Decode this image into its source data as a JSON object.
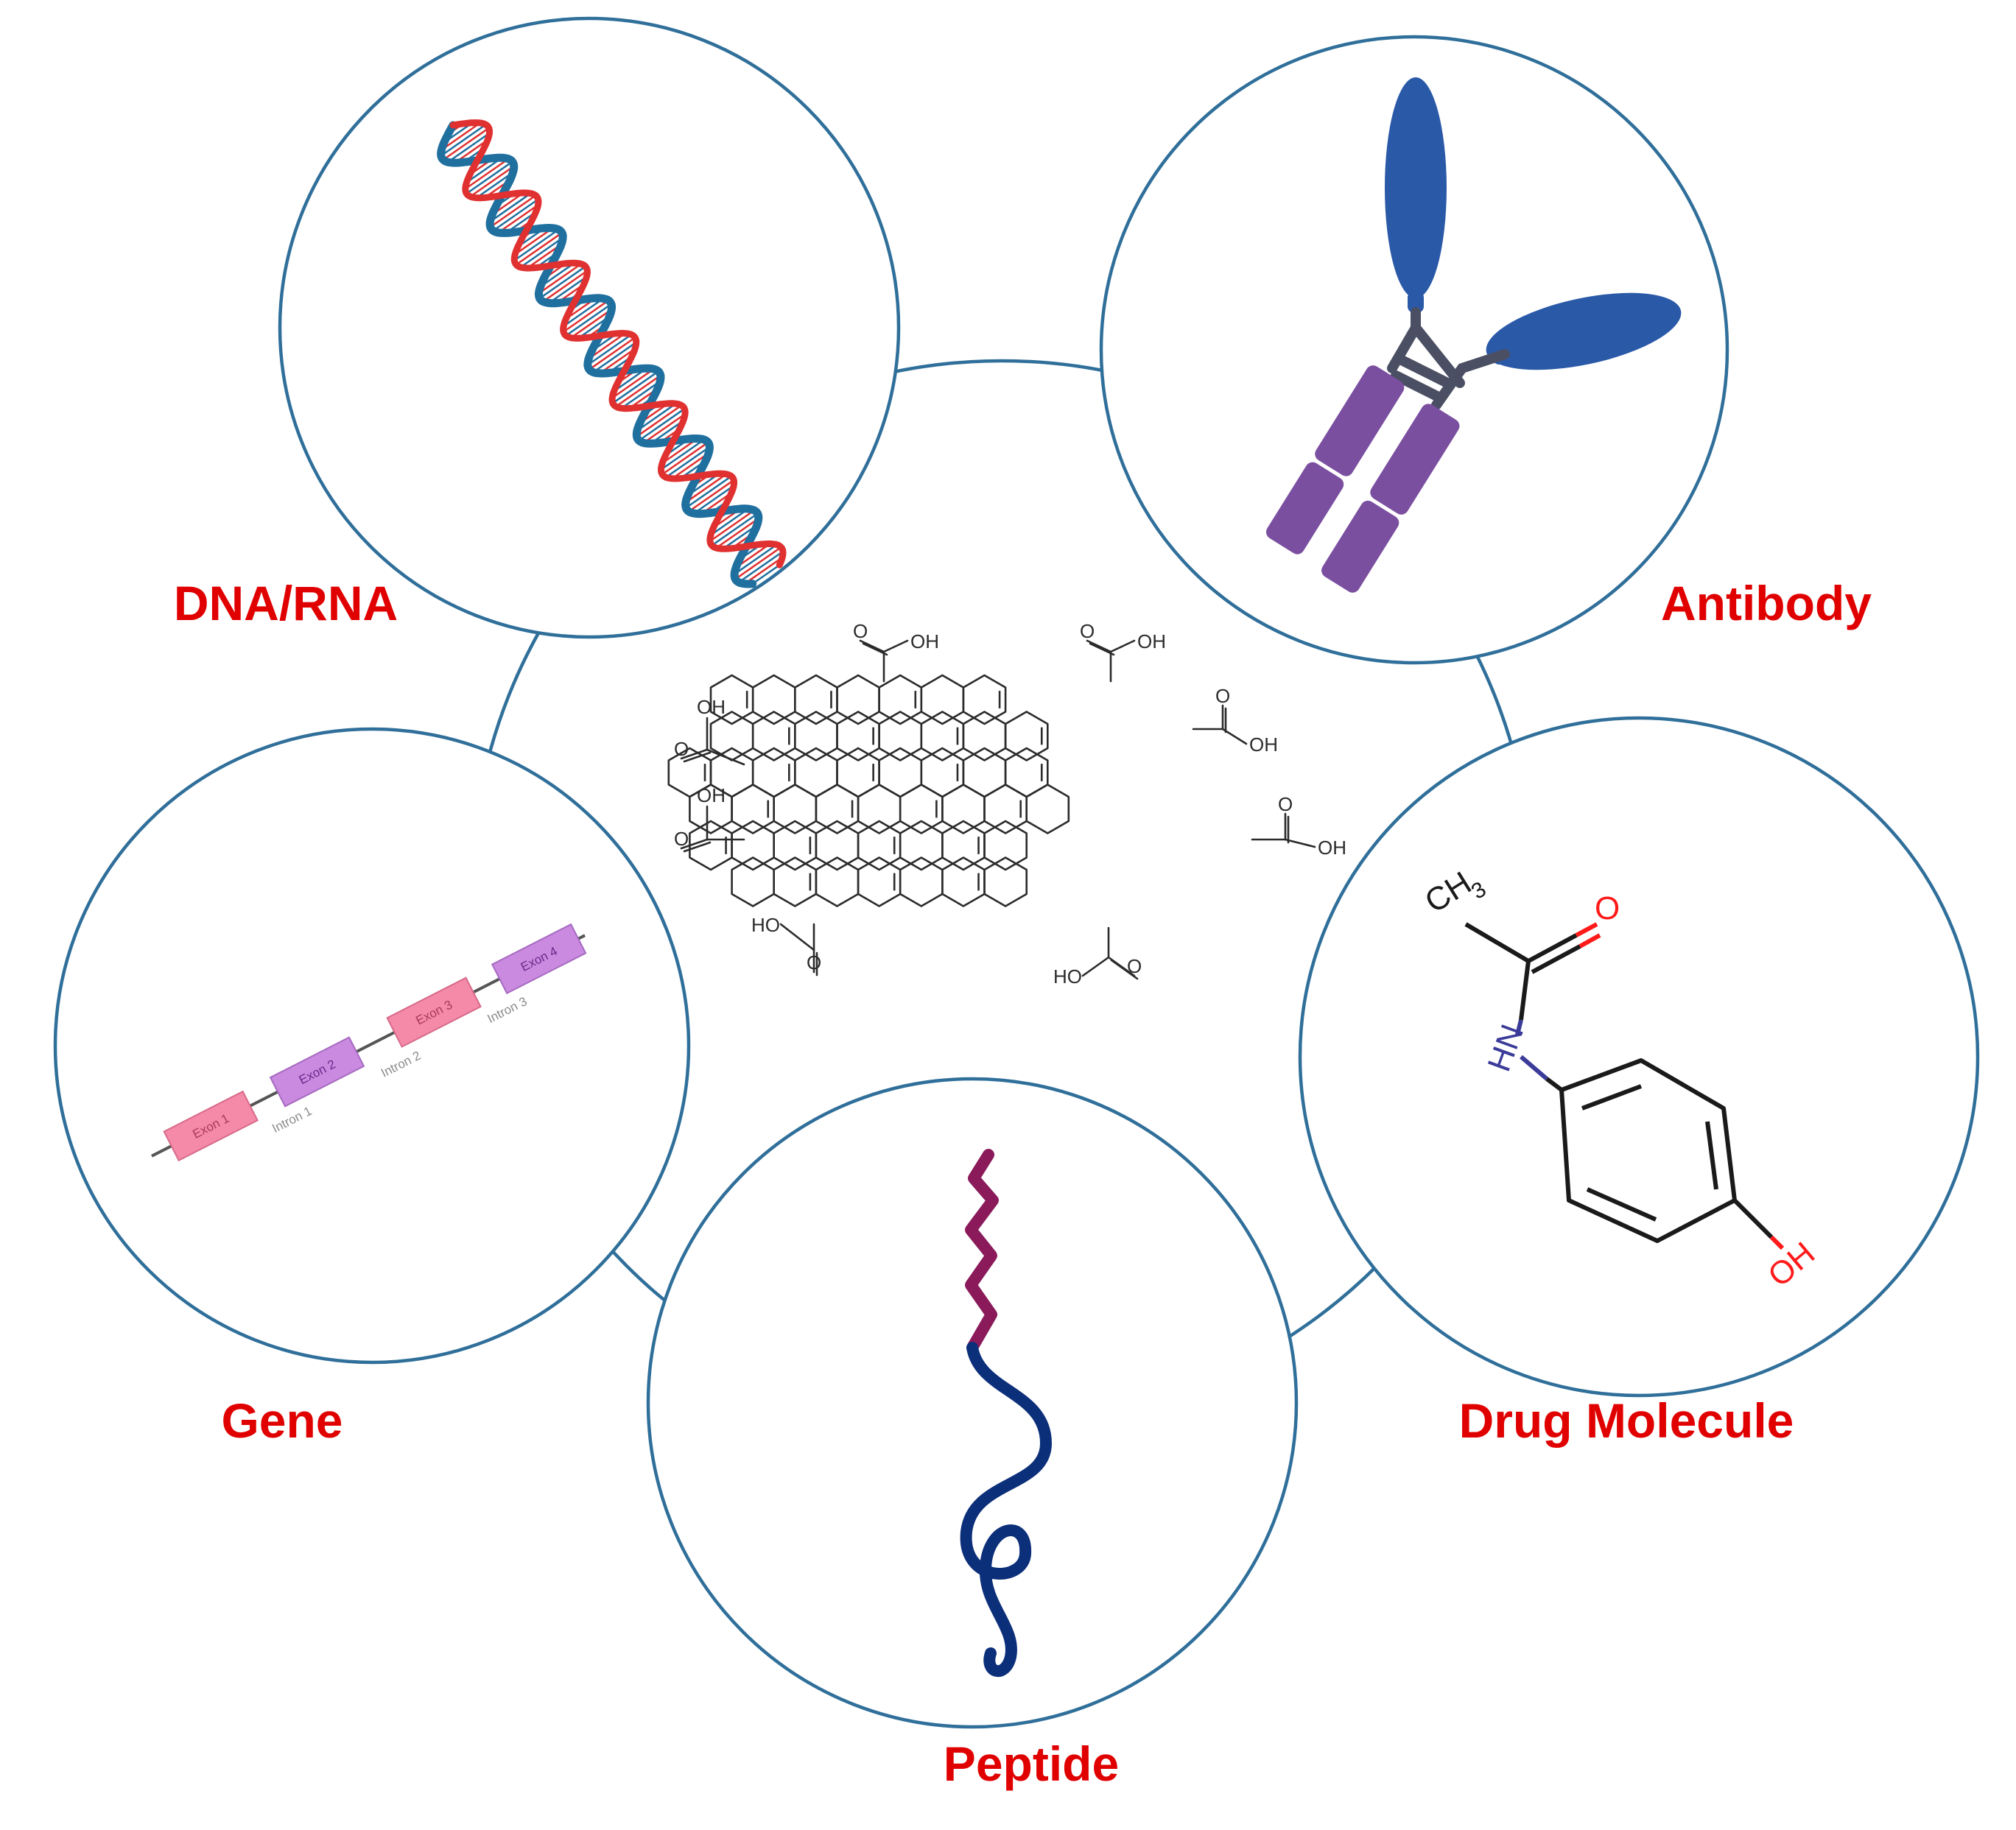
{
  "colors": {
    "ring": "#2f6f9a",
    "label": "#e00000",
    "dna_strand_red": "#e03030",
    "dna_strand_blue": "#1f6f9f",
    "antibody_blue": "#2a59a8",
    "antibody_purple": "#7b4fa0",
    "gene_pink": "#f48aa8",
    "gene_purple": "#c98ae0",
    "peptide_magenta": "#8a1a5a",
    "peptide_navy": "#0c2f7a",
    "oxygen_red": "#ff1a1a",
    "nitrogen_blue": "#3b3b9a"
  },
  "labels": {
    "dna_rna": "DNA/RNA",
    "antibody": "Antibody",
    "gene": "Gene",
    "drug_molecule": "Drug Molecule",
    "peptide": "Peptide"
  },
  "center": {
    "cooh_group": "OH",
    "cooh_group_left": "HO",
    "carbonyl_o": "O"
  },
  "gene": {
    "exons": [
      "Exon 1",
      "Exon 2",
      "Exon 3",
      "Exon 4"
    ],
    "introns": [
      "Intron 1",
      "Intron 2",
      "Intron 3"
    ]
  },
  "drug": {
    "methyl": "CH",
    "methyl_sub": "3",
    "carbonyl_o": "O",
    "amide": "HN",
    "hydroxyl": "OH"
  }
}
